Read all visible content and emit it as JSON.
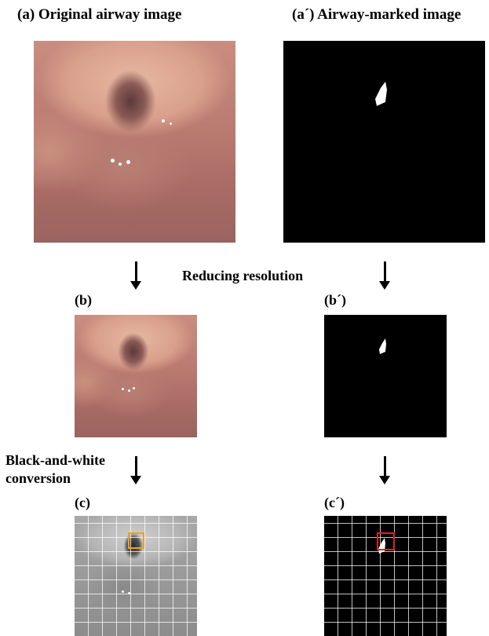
{
  "labels": {
    "a": "(a) Original airway image",
    "a_prime": "(a´) Airway-marked image",
    "reducing": "Reducing resolution",
    "b": "(b)",
    "b_prime": "(b´)",
    "bw_line1": "Black-and-white",
    "bw_line2": "conversion",
    "c": "(c)",
    "c_prime": "(c´)"
  },
  "colors": {
    "highlight_orange": "#f0a020",
    "highlight_red": "#e02020",
    "mask_white": "#ffffff",
    "background_black": "#000000"
  }
}
